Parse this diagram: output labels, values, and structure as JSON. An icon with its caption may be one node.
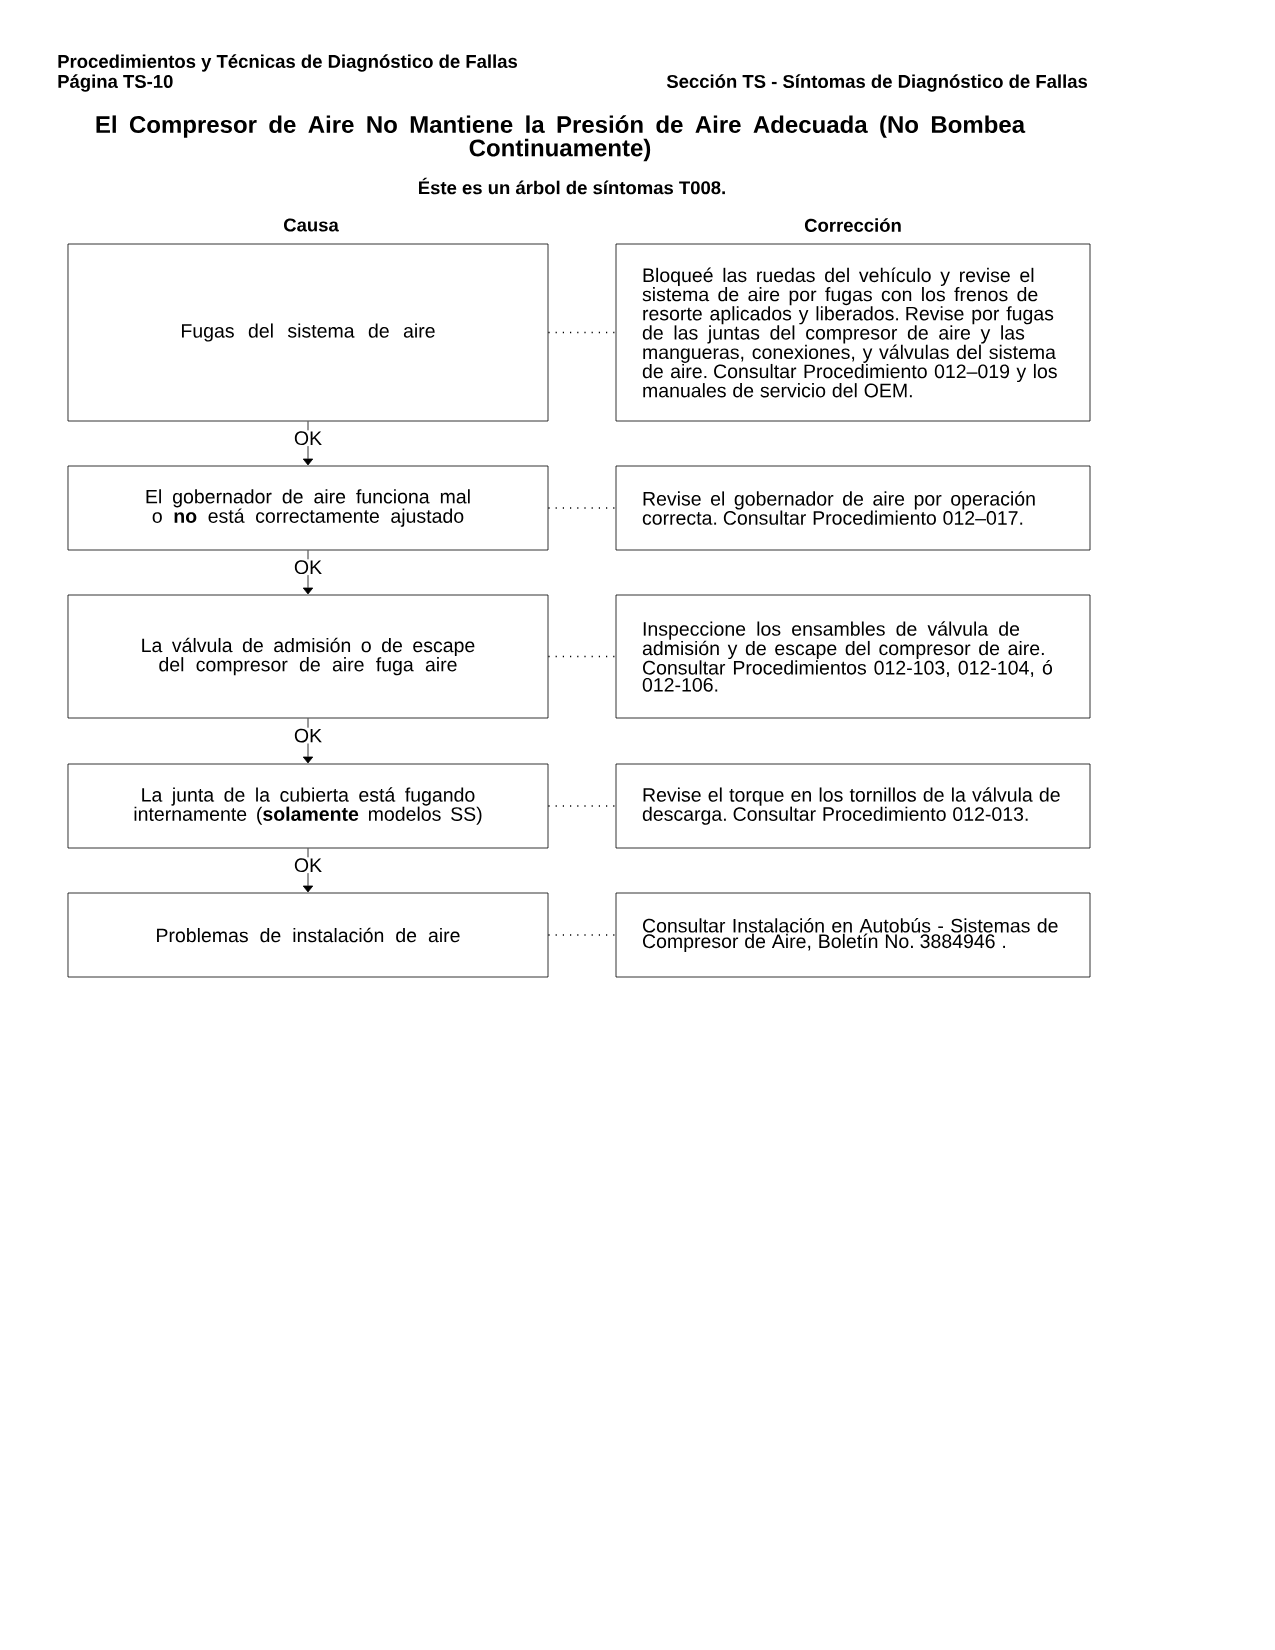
{
  "diagram": {
    "title": "El Compresor de Aire No Mantiene la Presión de Aire Adecuada (No Bombea Continuamente)",
    "nodes": [
      {
        "text": [
          "Fugas del sistema de aire"
        ]
      },
      {
        "text": [
          "El gobernador de aire funciona mal o **no** está correctamente ajustado"
        ]
      },
      {
        "text": [
          "La válvula de admisión o de escape del compresor de aire fuga aire"
        ]
      },
      {
        "text": [
          "La junta de la cubierta está fugando internamente (**solamente** modelos SS)"
        ]
      },
      {
        "text": [
          "Problemas de instalación de aire"
        ]
      },
      {
        "text": [
          "Bloqueé las ruedas del vehículo y revise el sistema de aire por fugas con los frenos de resorte aplicados y liberados. Revise por fugas de las juntas del compresor de aire y las mangueras, conexiones, y válvulas del sistema de aire. Consultar Procedimiento 012–019 y los manuales de servicio del OEM."
        ]
      },
      {
        "text": [
          "Revise el gobernador de aire por operación correcta. Consultar Procedimiento 012–017."
        ]
      },
      {
        "text": [
          "Inspeccione los ensambles de válvula de admisión y de escape del compresor de aire. Consultar Procedimientos 012-103, 012-104, ó 012-106."
        ]
      },
      {
        "text": [
          "Revise el torque en los tornillos de la válvula de descarga. Consultar Procedimiento 012-013."
        ]
      },
      {
        "text": [
          "Consultar Instalación en Autobús - Sistemas de Compresor de Aire, Boletín No. 3884946 ."
        ]
      }
    ],
    "edges": [
      {
        "from": 0,
        "to": 5,
        "arrow": "none",
        "style": "dashed"
      },
      {
        "from": 1,
        "to": 6,
        "arrow": "none",
        "style": "dashed"
      },
      {
        "from": 2,
        "to": 7,
        "arrow": "none",
        "style": "dashed"
      },
      {
        "from": 3,
        "to": 8,
        "arrow": "none",
        "style": "dashed"
      },
      {
        "from": 4,
        "to": 9,
        "arrow": "none",
        "style": "dashed"
      },
      {
        "from": 0,
        "to": 1,
        "arrow": "to",
        "label": "OK"
      },
      {
        "from": 1,
        "to": 2,
        "arrow": "to",
        "label": "OK"
      },
      {
        "from": 2,
        "to": 3,
        "arrow": "to",
        "label": "OK"
      },
      {
        "from": 3,
        "to": 4,
        "arrow": "to",
        "label": "OK"
      }
    ],
    "labels": [
      "Procedimientos y Técnicas de Diagnóstico de Fallas",
      "Página TS-10",
      "Sección TS - Síntomas de Diagnóstico de Fallas",
      "Éste es un árbol de síntomas T008.",
      "Causa",
      "Corrección"
    ]
  }
}
